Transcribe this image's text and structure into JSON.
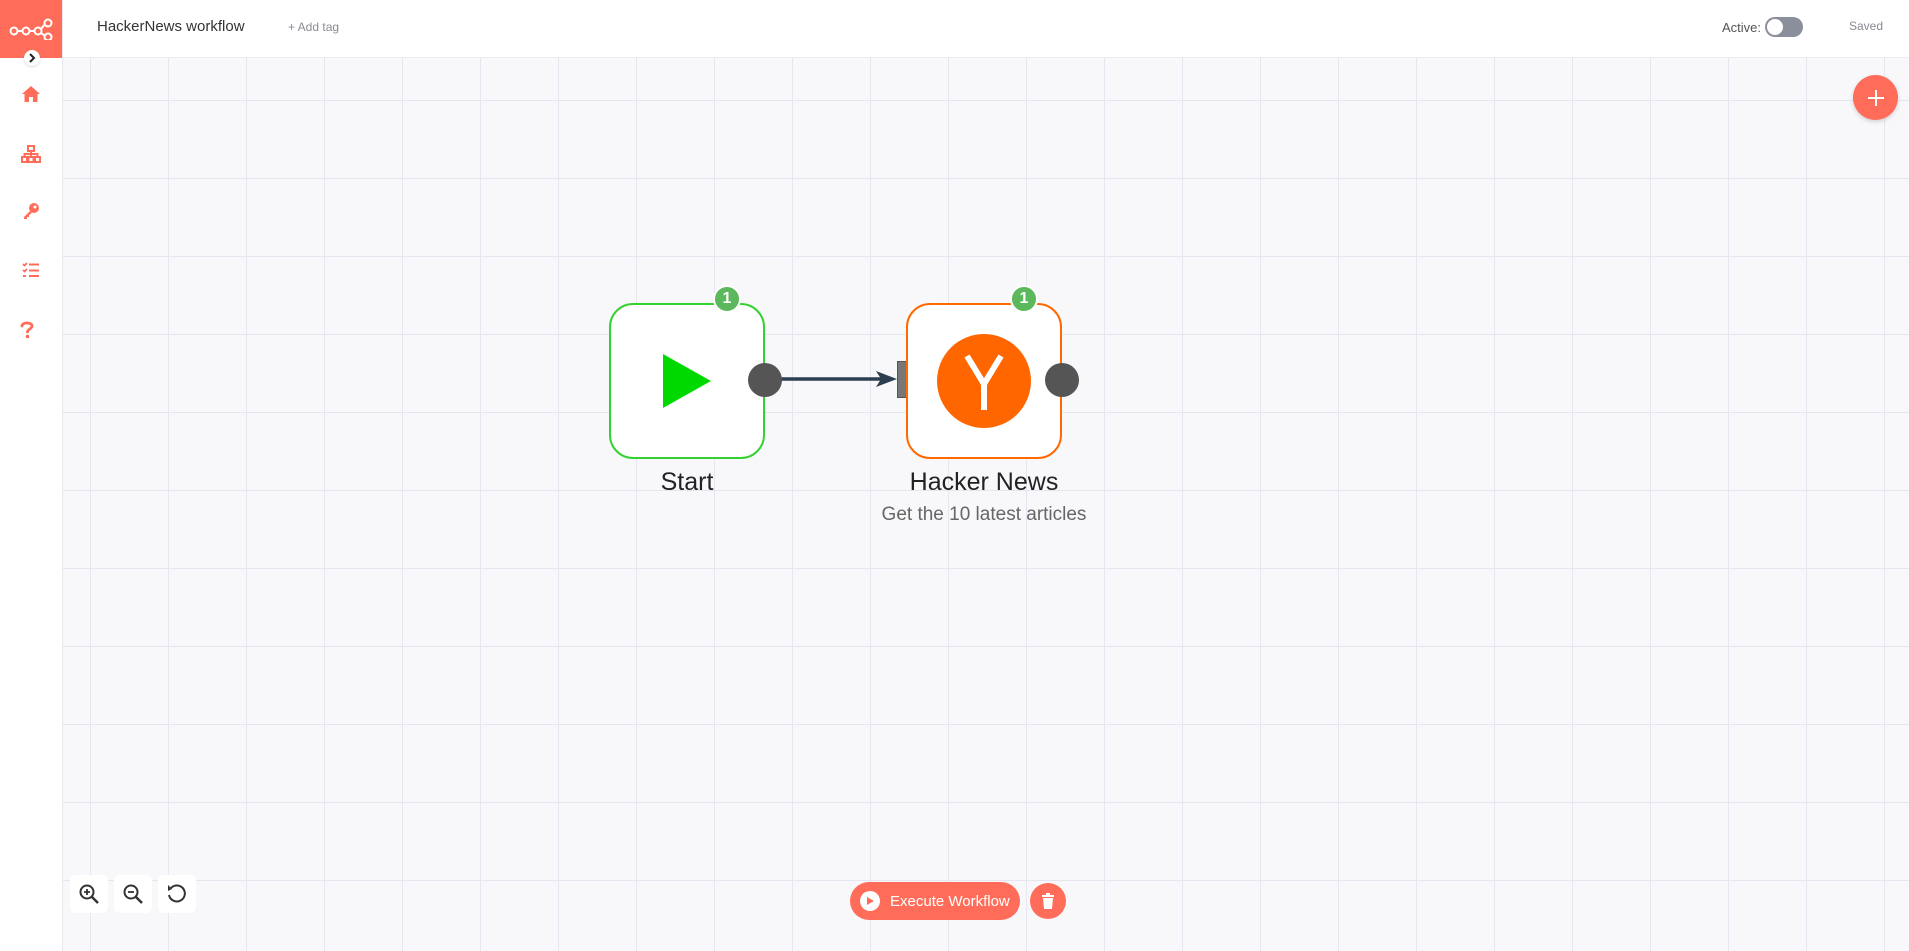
{
  "header": {
    "workflow_name": "HackerNews workflow",
    "add_tag_label": "+ Add tag",
    "active_label": "Active:",
    "active": false,
    "saved_label": "Saved"
  },
  "sidebar": {
    "items": [
      {
        "icon": "home-icon"
      },
      {
        "icon": "network-icon"
      },
      {
        "icon": "key-icon"
      },
      {
        "icon": "task-list-icon"
      },
      {
        "icon": "help-icon"
      }
    ]
  },
  "nodes": [
    {
      "title": "Start",
      "badge": "1",
      "icon": "play-icon",
      "color": "#35d131"
    },
    {
      "title": "Hacker News",
      "subtitle": "Get the 10 latest articles",
      "badge": "1",
      "icon": "hacker-news-icon",
      "icon_letter": "Y",
      "color": "#ff6900"
    }
  ],
  "footer": {
    "execute_label": "Execute Workflow"
  },
  "colors": {
    "accent": "#ff6d5a",
    "badge": "#5cb85c"
  }
}
